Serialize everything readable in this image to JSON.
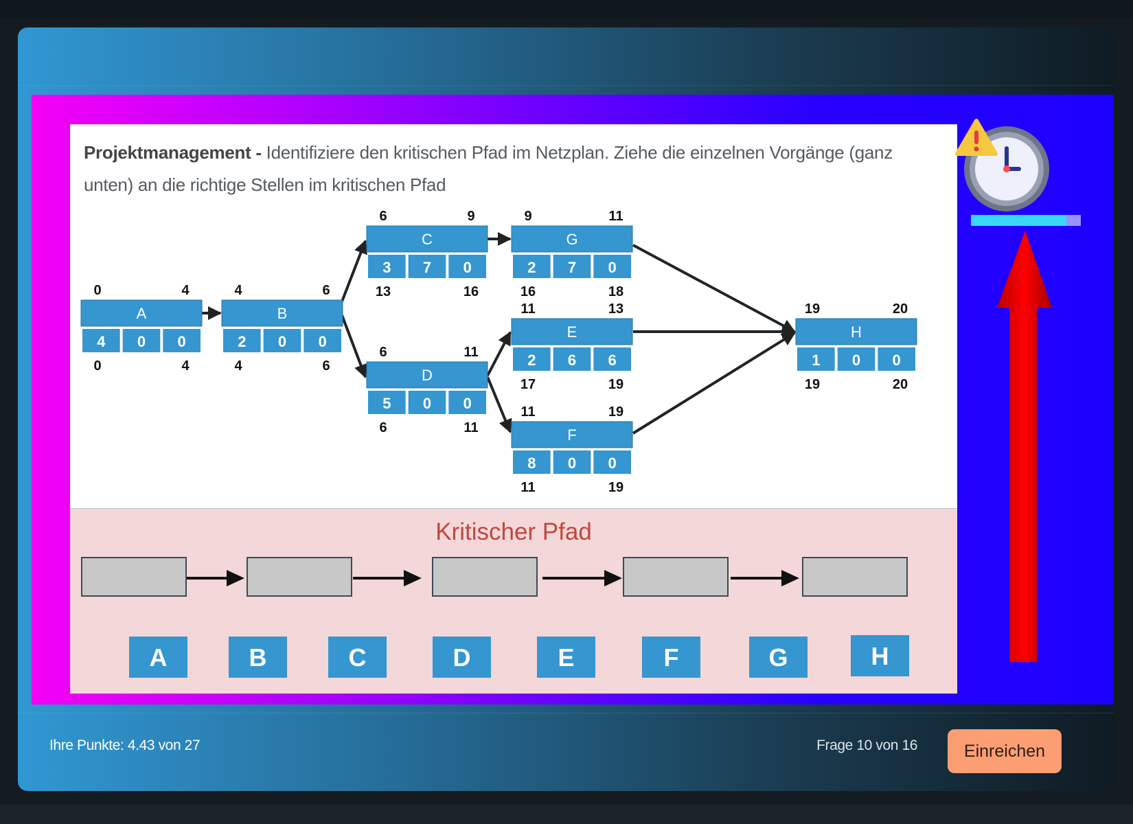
{
  "question": {
    "topic": "Projektmanagement -",
    "text": " Identifiziere den kritischen Pfad im Netzplan. Ziehe die einzelnen Vorgänge (ganz unten) an die richtige Stellen im kritischen Pfad"
  },
  "network": {
    "nodes": [
      {
        "id": "A",
        "duration": "4",
        "gp": "0",
        "fp": "0",
        "faz": "0",
        "fez": "4",
        "saz": "0",
        "sez": "4"
      },
      {
        "id": "B",
        "duration": "2",
        "gp": "0",
        "fp": "0",
        "faz": "4",
        "fez": "6",
        "saz": "4",
        "sez": "6"
      },
      {
        "id": "C",
        "duration": "3",
        "gp": "7",
        "fp": "0",
        "faz": "6",
        "fez": "9",
        "saz": "13",
        "sez": "16"
      },
      {
        "id": "D",
        "duration": "5",
        "gp": "0",
        "fp": "0",
        "faz": "6",
        "fez": "11",
        "saz": "6",
        "sez": "11"
      },
      {
        "id": "G",
        "duration": "2",
        "gp": "7",
        "fp": "0",
        "faz": "9",
        "fez": "11",
        "saz": "16",
        "sez": "18"
      },
      {
        "id": "E",
        "duration": "2",
        "gp": "6",
        "fp": "6",
        "faz": "11",
        "fez": "13",
        "saz": "17",
        "sez": "19"
      },
      {
        "id": "F",
        "duration": "8",
        "gp": "0",
        "fp": "0",
        "faz": "11",
        "fez": "19",
        "saz": "11",
        "sez": "19"
      },
      {
        "id": "H",
        "duration": "1",
        "gp": "0",
        "fp": "0",
        "faz": "19",
        "fez": "20",
        "saz": "19",
        "sez": "20"
      }
    ]
  },
  "critical_path": {
    "title": "Kritischer Pfad",
    "slots": [
      "",
      "",
      "",
      "",
      ""
    ]
  },
  "tiles": [
    "A",
    "B",
    "C",
    "D",
    "E",
    "F",
    "G",
    "H"
  ],
  "timer": {
    "progress": 0.87,
    "color_fill": "#3ad6f5",
    "arrow_color": "#e00000"
  },
  "footer": {
    "score": "Ihre Punkte: 4.43 von 27",
    "question_count": "Frage 10 von 16",
    "submit_label": "Einreichen"
  }
}
